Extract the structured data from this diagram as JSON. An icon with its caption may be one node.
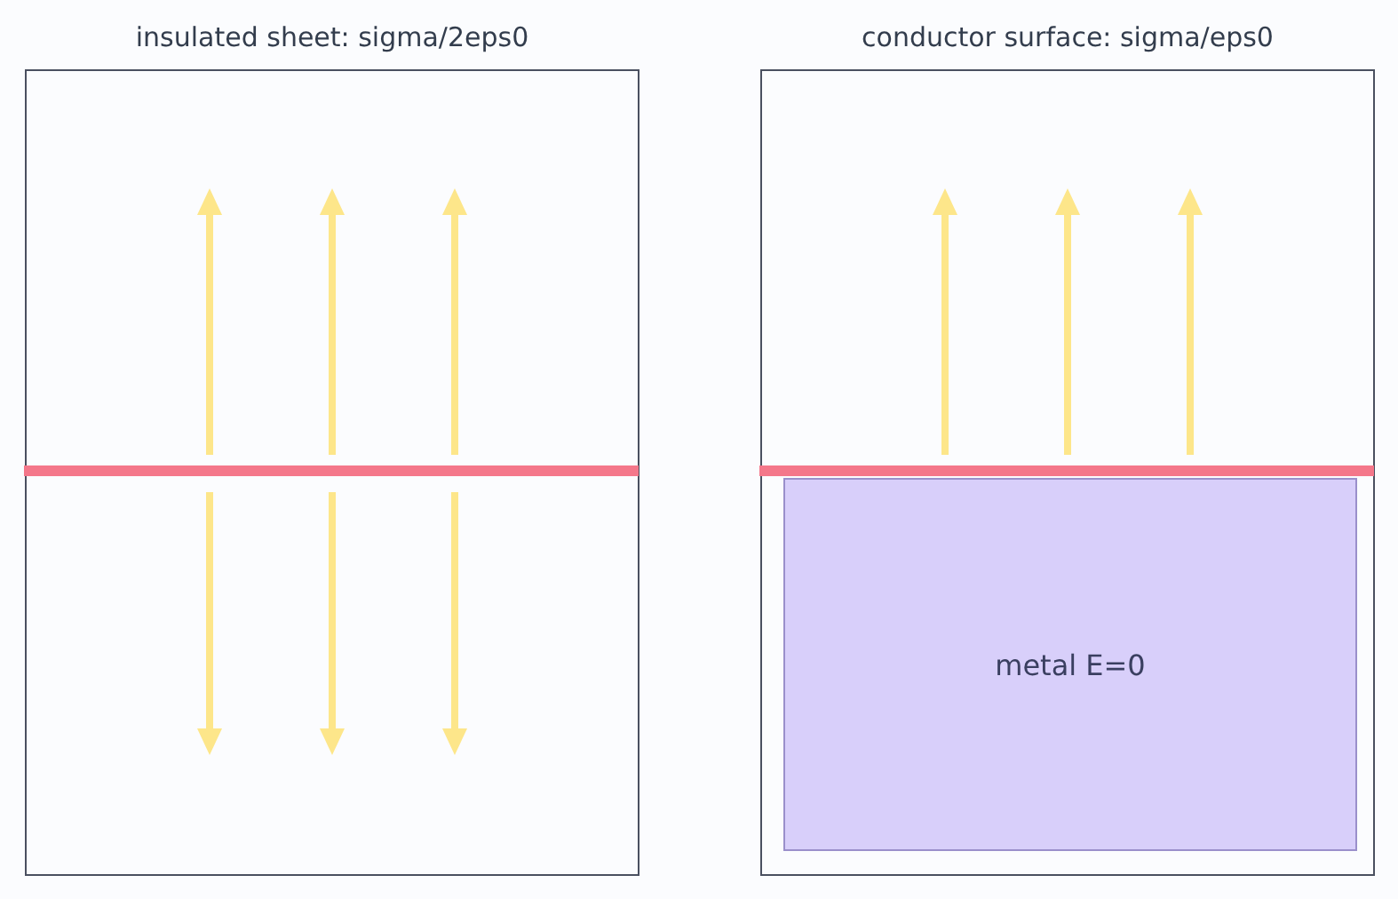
{
  "diagram": {
    "nodes": [
      {
        "text": [
          "insulated sheet: sigma/2eps0"
        ]
      },
      {
        "text": [
          "conductor surface: sigma/eps0"
        ]
      },
      {
        "text": [
          "metal E=0"
        ],
        "in": 1
      }
    ]
  }
}
